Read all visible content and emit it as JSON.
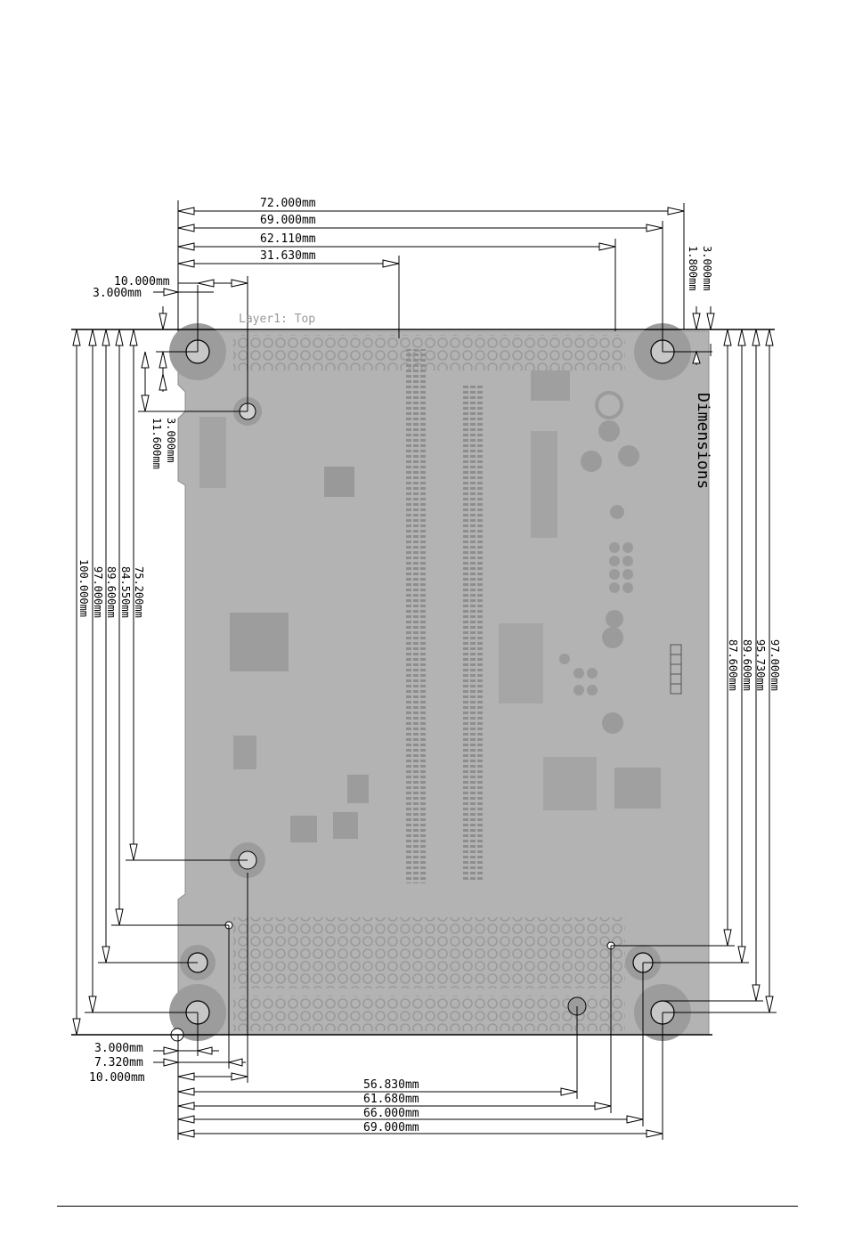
{
  "board": {
    "layer_label": "Layer1: Top",
    "side_title": "Dimensions",
    "board_color": "#b3b3b3",
    "copper_color": "#a9a9a9",
    "ink_color": "#000000"
  },
  "dims_top": [
    "72.000mm",
    "69.000mm",
    "62.110mm",
    "31.630mm"
  ],
  "dims_top_left": [
    "10.000mm",
    "3.000mm"
  ],
  "dims_top_right": [
    "3.000mm",
    "1.800mm"
  ],
  "dims_left_vertical": [
    "100.000mm",
    "97.000mm",
    "89.600mm",
    "84.550mm",
    "75.200mm"
  ],
  "dims_left_inner": [
    "3.000mm",
    "11.600mm"
  ],
  "dims_right_vertical": [
    "97.000mm",
    "95.730mm",
    "89.600mm",
    "87.600mm"
  ],
  "dims_bottom_left": [
    "3.000mm",
    "7.320mm",
    "10.000mm"
  ],
  "dims_bottom": [
    "56.830mm",
    "61.680mm",
    "66.000mm",
    "69.000mm"
  ]
}
